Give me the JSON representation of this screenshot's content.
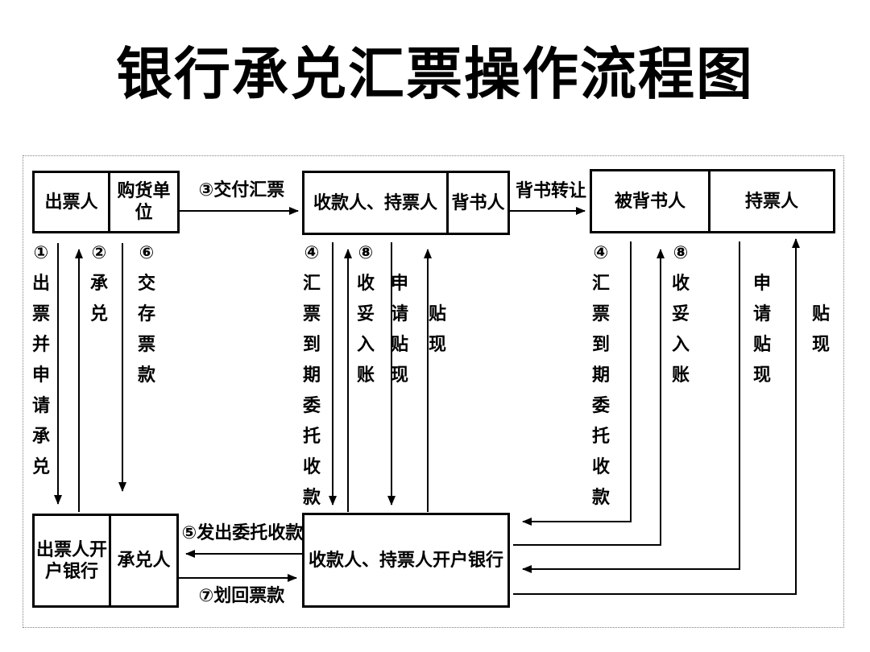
{
  "title": "银行承兑汇票操作流程图",
  "boxes": {
    "drawer": "出票人",
    "purchaser": "购货单位",
    "payee_holder": "收款人、持票人",
    "endorser": "背书人",
    "endorsee": "被背书人",
    "holder": "持票人",
    "drawer_bank": "出票人开户银行",
    "acceptor": "承兑人",
    "payee_bank": "收款人、持票人开户银行"
  },
  "flow_labels": {
    "deliver_bill": "③交付汇票",
    "endorse_transfer": "背书转让",
    "send_collection": "⑤发出委托收款",
    "return_funds": "⑦划回票款"
  },
  "columns": {
    "left_issue": "①出票并申请承兑",
    "left_accept": "②承兑",
    "left_deposit": "⑥交存票款",
    "mid_collect": "④汇票到期委托收款",
    "mid_credit": "⑧收妥入账",
    "mid_apply_discount": "申请贴现",
    "mid_discount": "贴现",
    "right_collect": "④汇票到期委托收款",
    "right_credit": "⑧收妥入账",
    "right_apply_discount": "申请贴现",
    "right_discount": "贴现"
  },
  "colors": {
    "line": "#000000",
    "frame_border": "#808080",
    "background": "#ffffff",
    "text": "#000000"
  }
}
